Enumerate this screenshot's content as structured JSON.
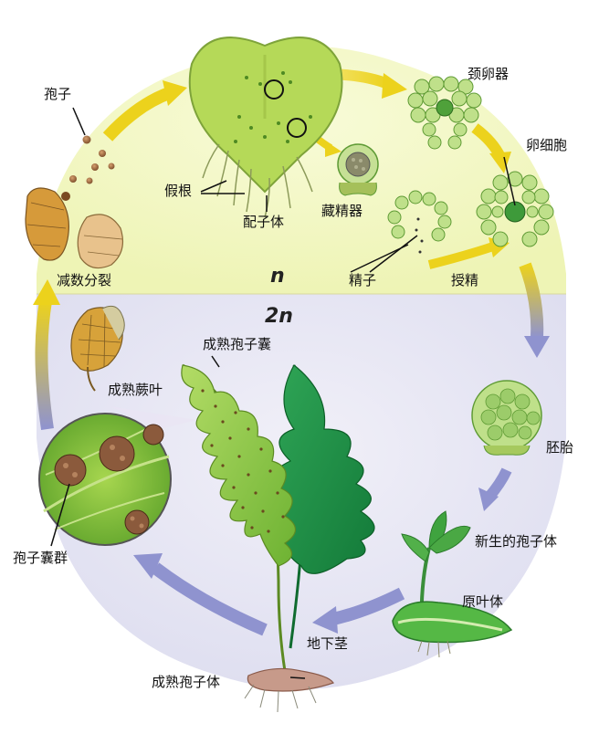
{
  "ploidy": {
    "haploid": "n",
    "diploid": "2n"
  },
  "labels": {
    "spore": "孢子",
    "meiosis": "减数分裂",
    "rhizoids": "假根",
    "gametophyte": "配子体",
    "archegonium": "颈卵器",
    "egg_cell": "卵细胞",
    "antheridium": "藏精器",
    "sperm": "精子",
    "fertilization": "授精",
    "embryo": "胚胎",
    "young_sporophyte": "新生的孢子体",
    "prothallus": "原叶体",
    "rhizome": "地下茎",
    "mature_sporophyte": "成熟孢子体",
    "sorus": "孢子囊群",
    "mature_frond": "成熟蕨叶",
    "mature_sporangium": "成熟孢子囊"
  },
  "colors": {
    "haploid_bg": "#f3f7c9",
    "diploid_bg": "#e5e5f2",
    "arrow_haploid": "#ecd21c",
    "arrow_diploid": "#8f93cf",
    "gametophyte_green": "#b5d958",
    "cell_green": "#bfe08a",
    "frond_light": "#8fca45",
    "frond_dark": "#1f8f46",
    "sporangium_brown": "#8b5a3c"
  }
}
